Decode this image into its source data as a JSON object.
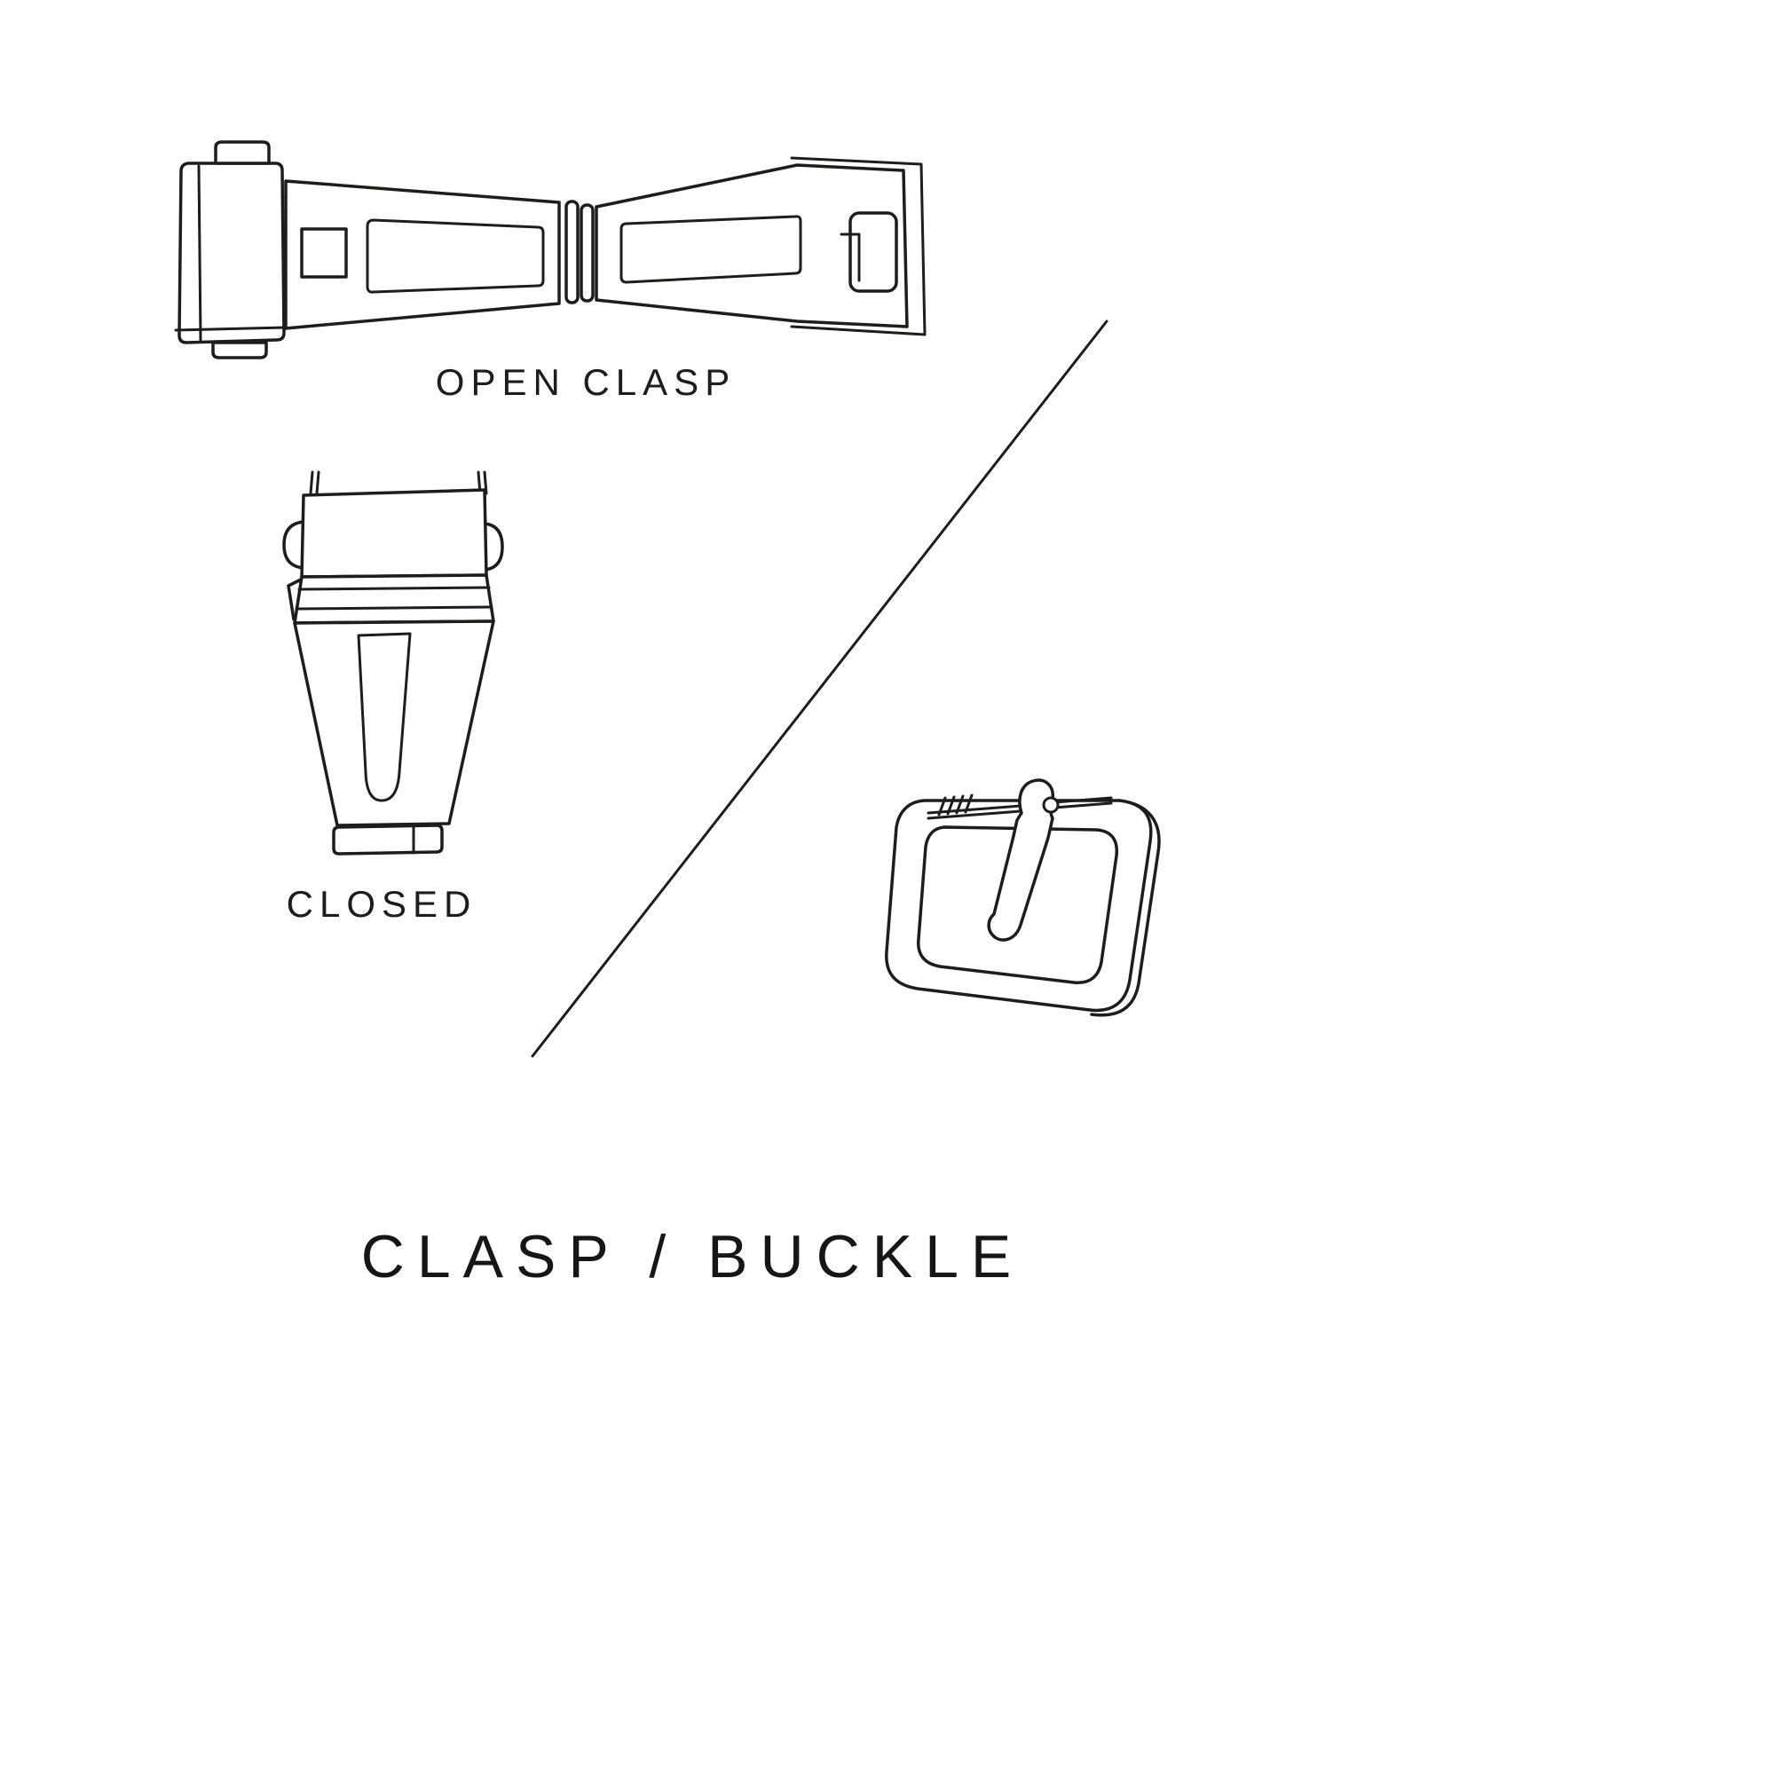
{
  "page": {
    "background_color": "#ffffff",
    "line_color": "#1d1d1b",
    "title": "CLASP / BUCKLE"
  },
  "captions": {
    "open_clasp": "OPEN CLASP",
    "closed": "CLOSED"
  },
  "illustrations": {
    "open_clasp": "open-deployant-clasp-top-view",
    "closed_clasp": "closed-clasp-front-view",
    "buckle": "tang-buckle-perspective-view",
    "divider": "diagonal-divider-line"
  }
}
